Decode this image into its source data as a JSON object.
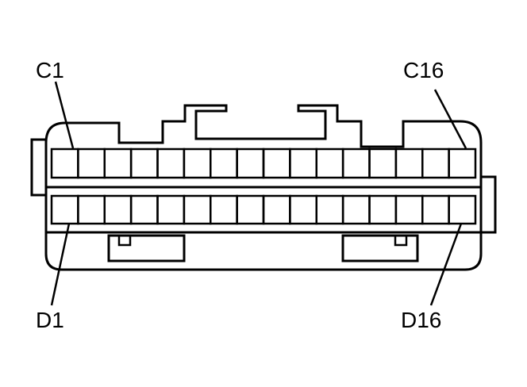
{
  "labels": {
    "top_left": "C1",
    "top_right": "C16",
    "bottom_left": "D1",
    "bottom_right": "D16"
  },
  "rows": [
    {
      "id": "C",
      "cavity_count": 16
    },
    {
      "id": "D",
      "cavity_count": 16
    }
  ],
  "colors": {
    "stroke": "#000000",
    "background": "#ffffff"
  }
}
